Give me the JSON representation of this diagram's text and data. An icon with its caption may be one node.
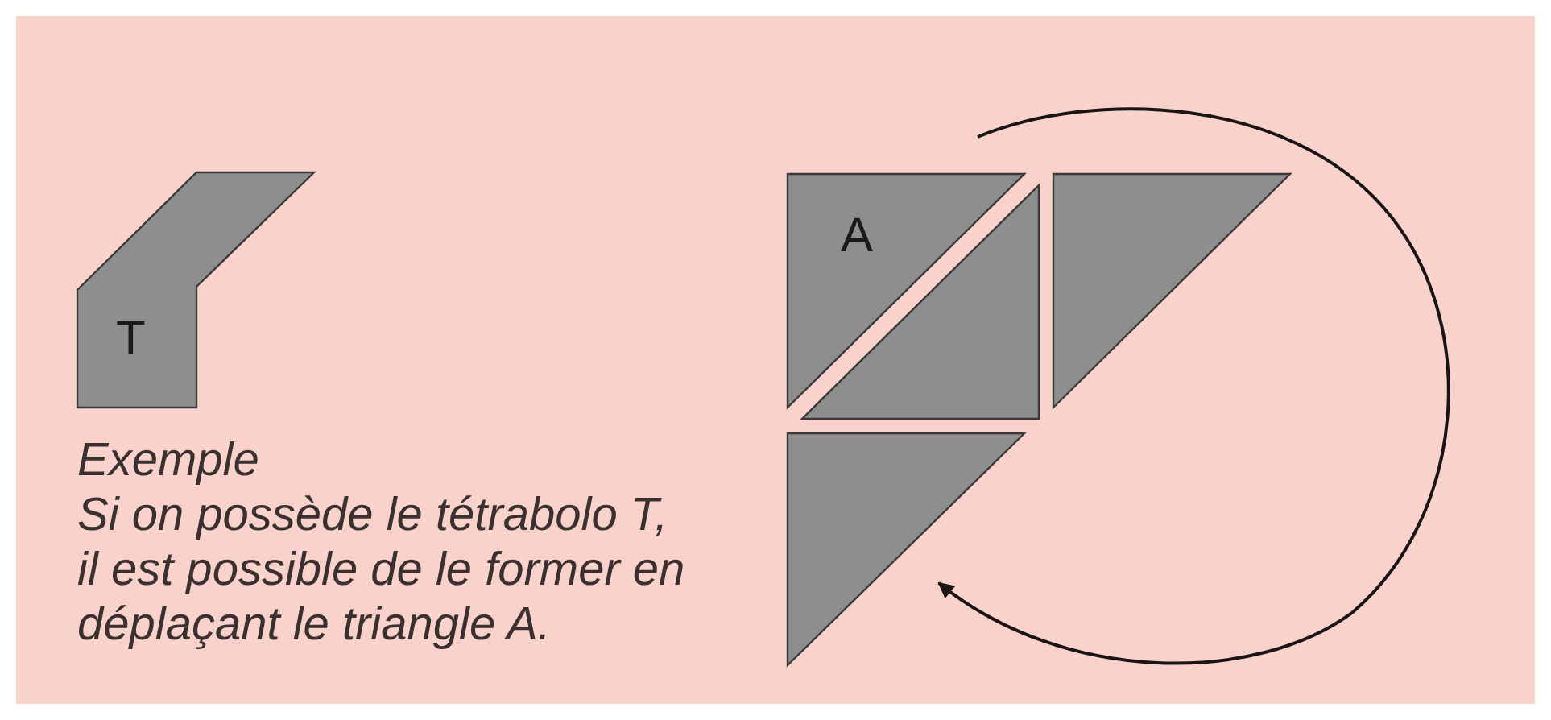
{
  "diagram": {
    "nodes": [
      {
        "text": [
          "T"
        ]
      },
      {
        "text": [
          "A"
        ]
      },
      {
        "text": [],
        "shape": "triangle"
      },
      {
        "text": [],
        "shape": "triangle"
      },
      {
        "text": [],
        "shape": "triangle"
      }
    ],
    "labels": [
      "Exemple",
      "Si on possède le tétrabolo T, il est possible de le former en déplaçant le triangle A."
    ]
  }
}
